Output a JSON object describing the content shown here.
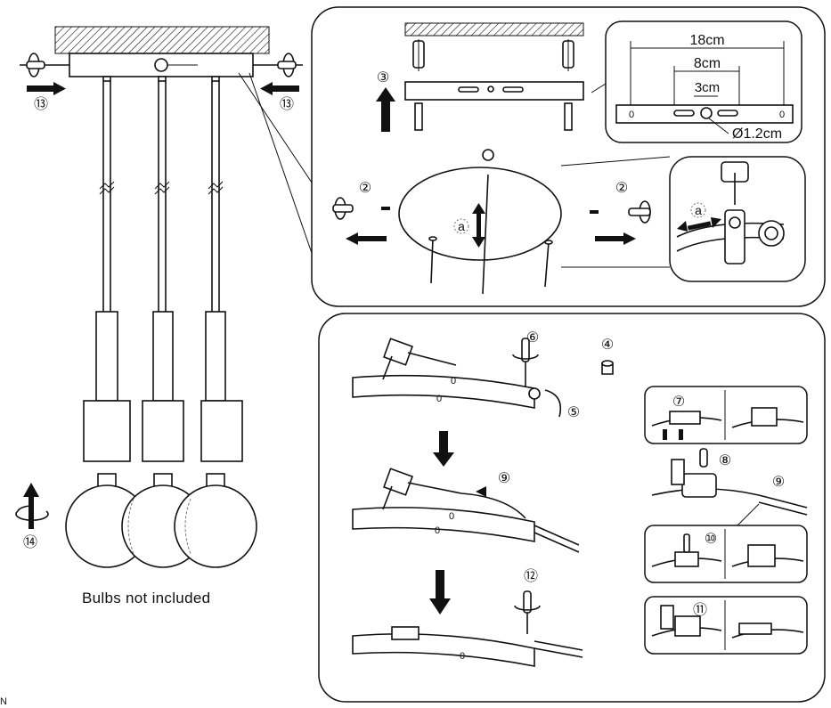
{
  "steps": {
    "s2": "②",
    "s3": "③",
    "s4": "④",
    "s5": "⑤",
    "s6": "⑥",
    "s7": "⑦",
    "s8": "⑧",
    "s9": "⑨",
    "s10": "⑩",
    "s11": "⑪",
    "s12": "⑫",
    "s13": "⑬",
    "s14": "⑭"
  },
  "label_a": "a",
  "dimensions": {
    "d18": "18cm",
    "d8": "8cm",
    "d3": "3cm",
    "hole": "Ø1.2cm",
    "zero": "0"
  },
  "caption": "Bulbs not included",
  "corner_text": "N",
  "colors": {
    "line": "#111111",
    "background": "#ffffff"
  }
}
